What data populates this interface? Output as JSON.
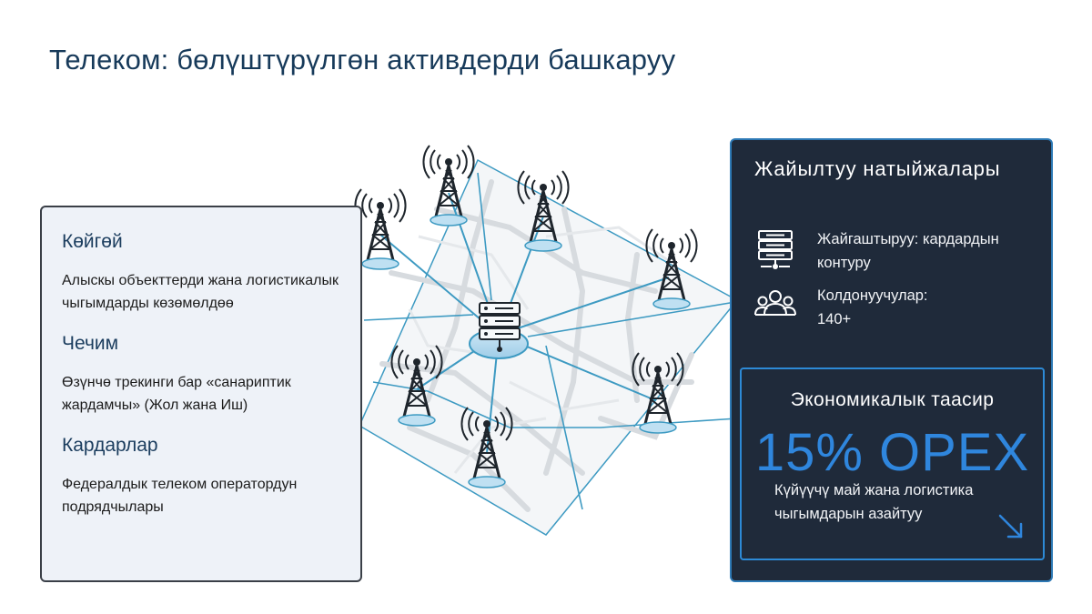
{
  "page": {
    "title": "Телеком: бөлүштүрүлгөн активдерди башкаруу"
  },
  "left_panel": {
    "sections": [
      {
        "heading": "Көйгөй",
        "text": "Алыскы объекттерди жана логистикалык чыгымдарды көзөмөлдөө"
      },
      {
        "heading": "Чечим",
        "text": "Өзүнчө трекинги бар «санариптик жардамчы» (Жол жана Иш)"
      },
      {
        "heading": "Кардарлар",
        "text": "Федералдык телеком оператордун подрядчылары"
      }
    ]
  },
  "right_panel": {
    "title": "Жайылтуу натыйжалары",
    "deployment": {
      "icon": "server-icon",
      "text": "Жайгаштыруу: кардардын контуру"
    },
    "users": {
      "icon": "users-icon",
      "text": "Колдонуучулар: 140+"
    },
    "impact": {
      "title": "Экономикалык таасир",
      "value": "15% OPEX",
      "description": "Күйүүчү май жана логистика чыгымдарын азайтуу",
      "icon": "arrow-down-right-icon"
    }
  },
  "colors": {
    "title": "#173a5a",
    "dark_panel": "#1f2a3a",
    "accent_blue": "#2f86dd",
    "map_line": "#3d9ac2"
  }
}
